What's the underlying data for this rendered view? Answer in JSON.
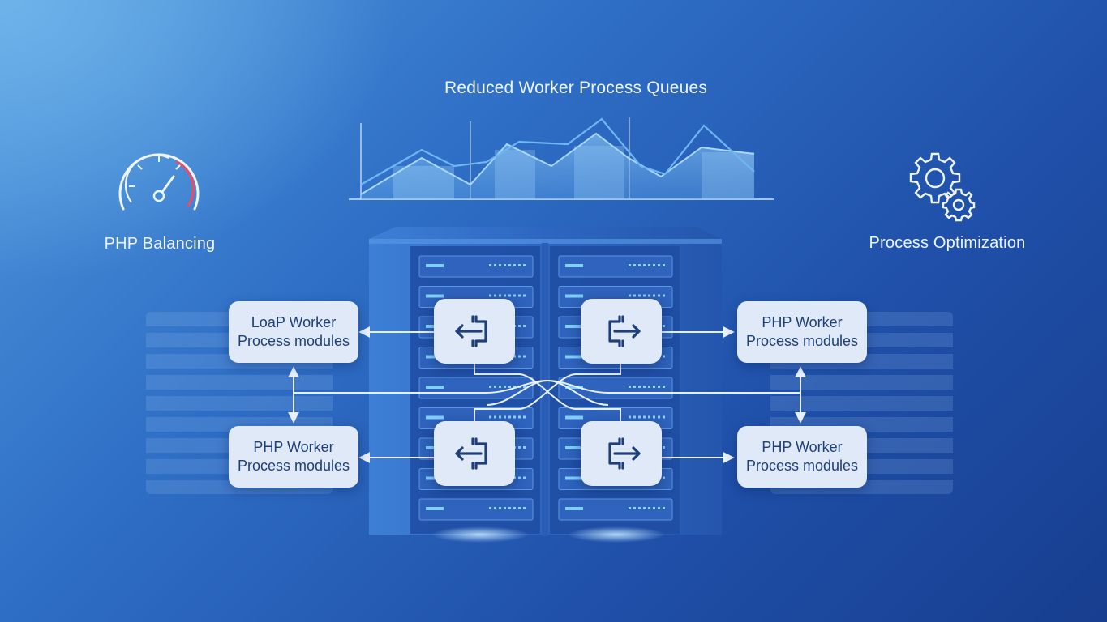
{
  "title": "Reduced Worker Process Queues",
  "left_feature": {
    "label": "PHP Balancing",
    "icon": "speedometer-icon"
  },
  "right_feature": {
    "label": "Process Optimization",
    "icon": "gears-icon"
  },
  "modules": {
    "top_left": {
      "line1": "LoaP Worker",
      "line2": "Process modules"
    },
    "top_right": {
      "line1": "PHP Worker",
      "line2": "Process modules"
    },
    "bottom_left": {
      "line1": "PHP Worker",
      "line2": "Process modules"
    },
    "bottom_right": {
      "line1": "PHP Worker",
      "line2": "Process modules"
    }
  },
  "switch_icons": [
    "switch-left-icon",
    "switch-right-icon",
    "switch-left-icon",
    "switch-right-icon"
  ],
  "colors": {
    "accent": "#1d3f7a",
    "gauge_red": "#e0506e",
    "card": "#dfe9f7"
  }
}
